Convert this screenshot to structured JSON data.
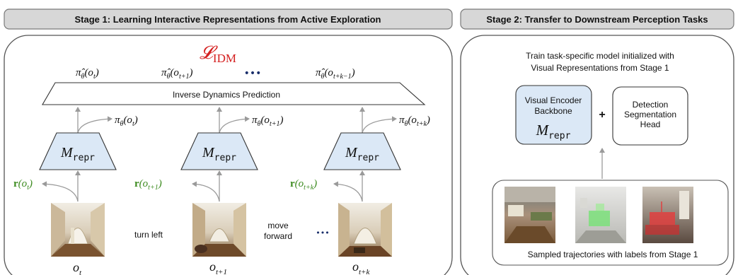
{
  "colors": {
    "header_bg": "#d7d7d7",
    "encoder_fill": "#dbe8f6",
    "loss_red": "#d42020",
    "reward_green": "#3b8a1e",
    "arrow_gray": "#9a9a9a"
  },
  "stage1": {
    "title": "Stage 1: Learning Interactive Representations from Active Exploration",
    "loss_symbol": "𝓛",
    "loss_subscript": "IDM",
    "predictions": [
      {
        "base": "π̂",
        "sub_main": "θ",
        "arg": "(o",
        "arg_sub": "t",
        "close": ")"
      },
      {
        "base": "π̂",
        "sub_main": "θ",
        "arg": "(o",
        "arg_sub": "t+1",
        "close": ")"
      },
      {
        "base": "π̂",
        "sub_main": "θ",
        "arg": "(o",
        "arg_sub": "t+k−1",
        "close": ")"
      }
    ],
    "pred_dots": "•••",
    "idp_label": "Inverse Dynamics Prediction",
    "policies": [
      {
        "pi": "π",
        "theta": "θ",
        "arg": "(o",
        "sub": "t",
        "close": ")"
      },
      {
        "pi": "π",
        "theta": "θ",
        "arg": "(o",
        "sub": "t+1",
        "close": ")"
      },
      {
        "pi": "π",
        "theta": "θ",
        "arg": "(o",
        "sub": "t+k",
        "close": ")"
      }
    ],
    "encoder": {
      "M": "M",
      "sub": "repr"
    },
    "rewards": [
      {
        "r": "r",
        "arg": "(o",
        "sub": "t",
        "close": ")"
      },
      {
        "r": "r",
        "arg": "(o",
        "sub": "t+1",
        "close": ")"
      },
      {
        "r": "r",
        "arg": "(o",
        "sub": "t+k",
        "close": ")"
      }
    ],
    "observations": [
      {
        "o": "o",
        "sub": "t"
      },
      {
        "o": "o",
        "sub": "t+1"
      },
      {
        "o": "o",
        "sub": "t+k"
      }
    ],
    "action_1": "turn left",
    "action_2_line1": "move",
    "action_2_line2": "forward",
    "obs_dots": "•••"
  },
  "stage2": {
    "title": "Stage 2: Transfer to Downstream Perception Tasks",
    "desc_line1": "Train task-specific model initialized with",
    "desc_line2": "Visual Representations from Stage 1",
    "encoder_line1": "Visual Encoder",
    "encoder_line2": "Backbone",
    "encoder_M": "M",
    "encoder_sub": "repr",
    "plus": "+",
    "head_line1": "Detection",
    "head_line2": "Segmentation",
    "head_line3": "Head",
    "caption": "Sampled trajectories with labels from Stage 1"
  }
}
